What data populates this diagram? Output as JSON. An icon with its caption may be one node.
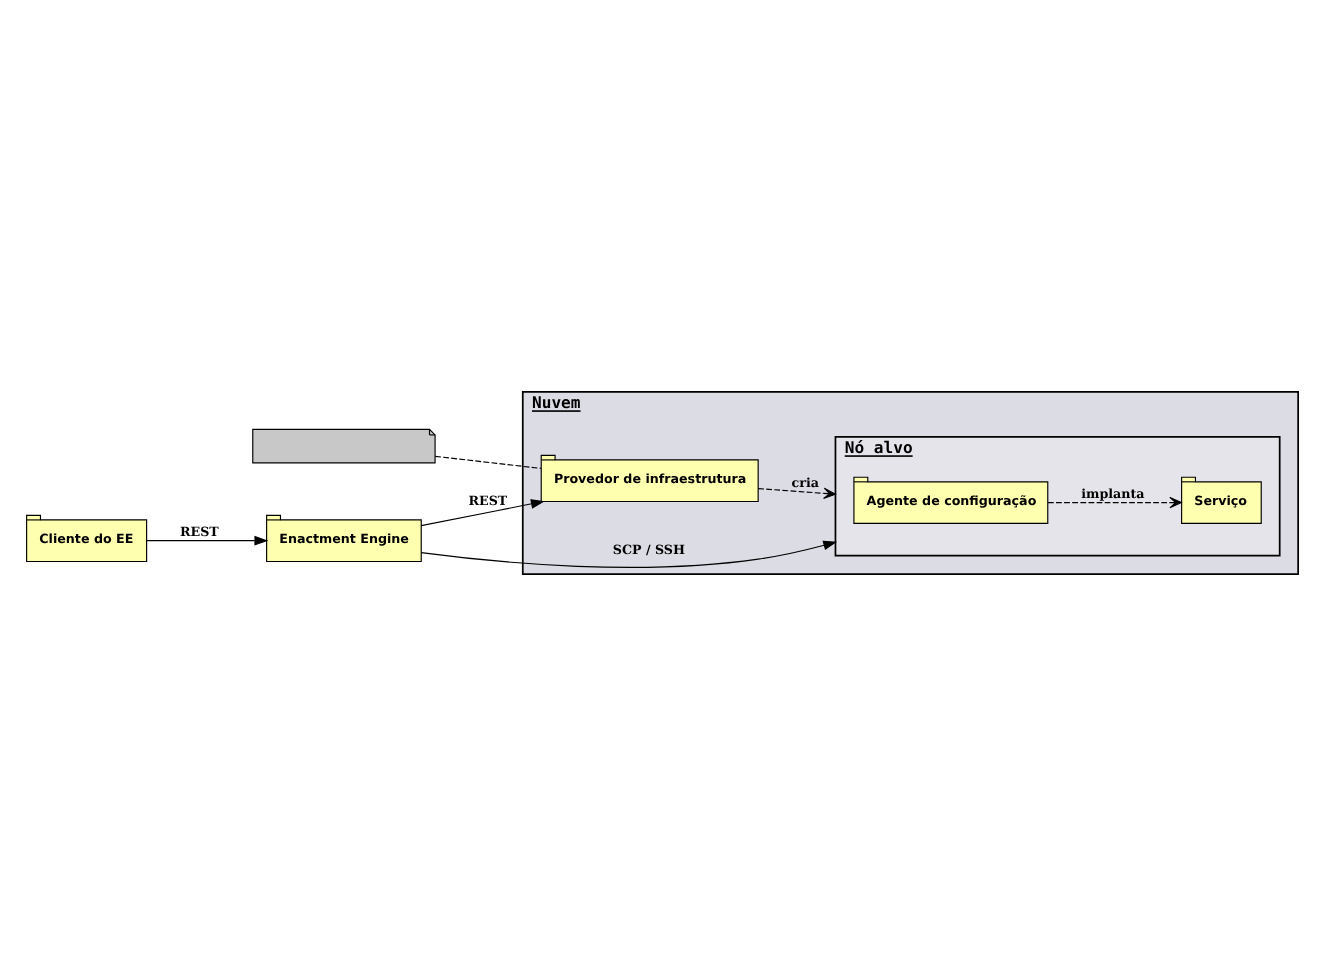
{
  "diagram": {
    "nodes": [
      {
        "text": [
          "Enactment Engine"
        ]
      },
      {
        "text": [
          "Cliente do EE"
        ]
      },
      {
        "text": [],
        "shape": "note"
      },
      {
        "text": [
          "Nuvem"
        ]
      },
      {
        "text": [
          "Provedor de infraestrutura"
        ],
        "in": 3
      },
      {
        "text": [
          "Nó alvo"
        ],
        "in": 3
      },
      {
        "text": [
          "Agente de configuração"
        ],
        "in": 5
      },
      {
        "text": [
          "Serviço"
        ],
        "in": 5
      }
    ],
    "edges": [
      {
        "from": 0,
        "to": 4,
        "arrow": "to",
        "label": "REST"
      },
      {
        "from": 0,
        "to": 5,
        "arrow": "to",
        "label": "SCP / SSH"
      },
      {
        "from": 1,
        "to": 0,
        "arrow": "to",
        "label": "REST"
      },
      {
        "from": 2,
        "to": 4,
        "arrow": "none",
        "style": "dashed"
      },
      {
        "from": 4,
        "to": 5,
        "arrow": "to",
        "style": "dashed",
        "label": "cria"
      },
      {
        "from": 6,
        "to": 7,
        "arrow": "to",
        "style": "dashed",
        "label": "implanta"
      }
    ]
  }
}
